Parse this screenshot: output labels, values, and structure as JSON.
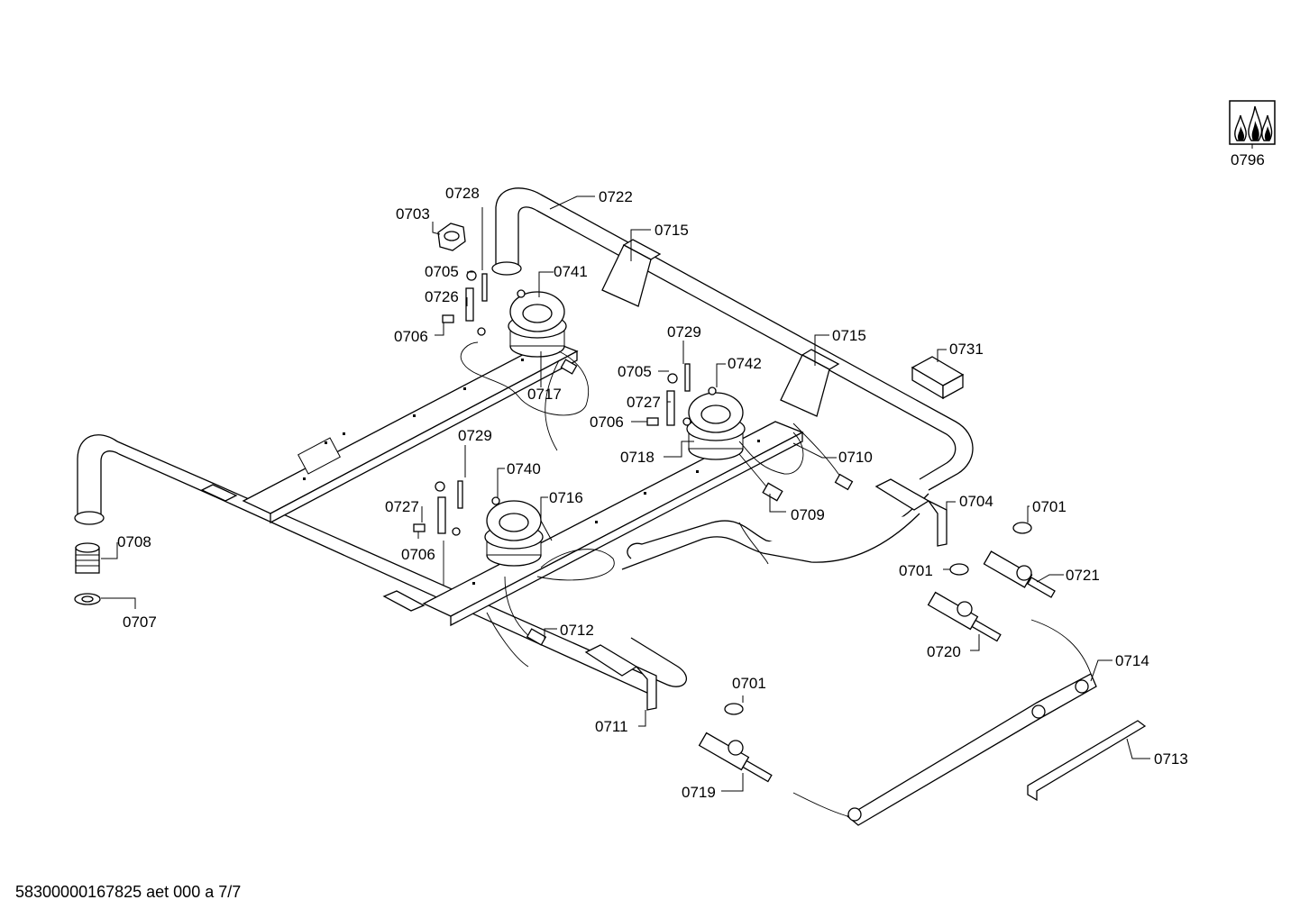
{
  "footer": "58300000167825 aet 000 a 7/7",
  "labels": {
    "l0796": "0796",
    "l0728": "0728",
    "l0722": "0722",
    "l0703": "0703",
    "l0715a": "0715",
    "l0705a": "0705",
    "l0741": "0741",
    "l0726": "0726",
    "l0706a": "0706",
    "l0729a": "0729",
    "l0715b": "0715",
    "l0731": "0731",
    "l0705b": "0705",
    "l0742": "0742",
    "l0717": "0717",
    "l0727a": "0727",
    "l0706b": "0706",
    "l0718": "0718",
    "l0710": "0710",
    "l0729b": "0729",
    "l0740": "0740",
    "l0716": "0716",
    "l0704": "0704",
    "l0701a": "0701",
    "l0727b": "0727",
    "l0709": "0709",
    "l0708": "0708",
    "l0706c": "0706",
    "l0701b": "0701",
    "l0721": "0721",
    "l0707": "0707",
    "l0712": "0712",
    "l0720": "0720",
    "l0714": "0714",
    "l0701c": "0701",
    "l0711": "0711",
    "l0713": "0713",
    "l0719": "0719"
  }
}
